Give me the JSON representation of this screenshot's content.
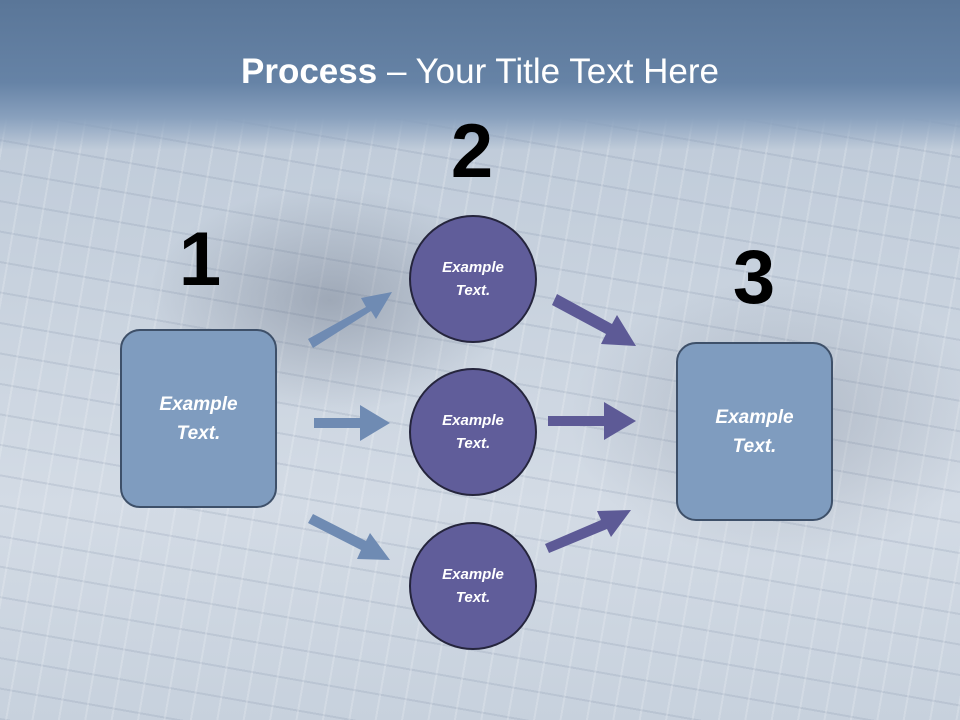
{
  "title": {
    "bold": "Process",
    "rest": " – Your Title Text Here"
  },
  "steps": {
    "one": {
      "number": "1",
      "text": "Example\nText."
    },
    "two": {
      "number": "2"
    },
    "three": {
      "number": "3",
      "text": "Example\nText."
    }
  },
  "circles": [
    {
      "text": "Example\nText."
    },
    {
      "text": "Example\nText."
    },
    {
      "text": "Example\nText."
    }
  ],
  "colors": {
    "box_fill": "#7f9cbf",
    "circle_fill": "#605d9a",
    "arrow_left": "#6f8bb3",
    "arrow_right": "#5d5a96"
  }
}
